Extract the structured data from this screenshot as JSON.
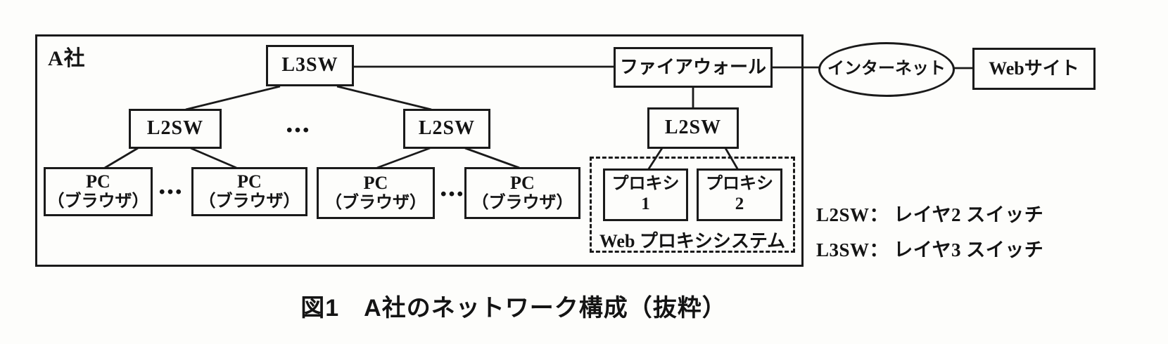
{
  "figure": {
    "company_label": "A社",
    "l3sw_label": "L3SW",
    "firewall_label": "ファイアウォール",
    "internet_label": "インターネット",
    "website_label": "Webサイト",
    "l2sw_labels": [
      "L2SW",
      "L2SW",
      "L2SW"
    ],
    "ellipsis": "…",
    "pcs": [
      {
        "name": "PC",
        "sub": "（ブラウザ）"
      },
      {
        "name": "PC",
        "sub": "（ブラウザ）"
      },
      {
        "name": "PC",
        "sub": "（ブラウザ）"
      },
      {
        "name": "PC",
        "sub": "（ブラウザ）"
      }
    ],
    "proxies": [
      {
        "name": "プロキシ",
        "number": "1"
      },
      {
        "name": "プロキシ",
        "number": "2"
      }
    ],
    "proxy_system_label": "Web プロキシシステム",
    "legend": [
      "L2SW： レイヤ2 スイッチ",
      "L3SW： レイヤ3 スイッチ"
    ],
    "caption": "図1　A社のネットワーク構成（抜粋）",
    "line_color": "#1a1a1a"
  }
}
